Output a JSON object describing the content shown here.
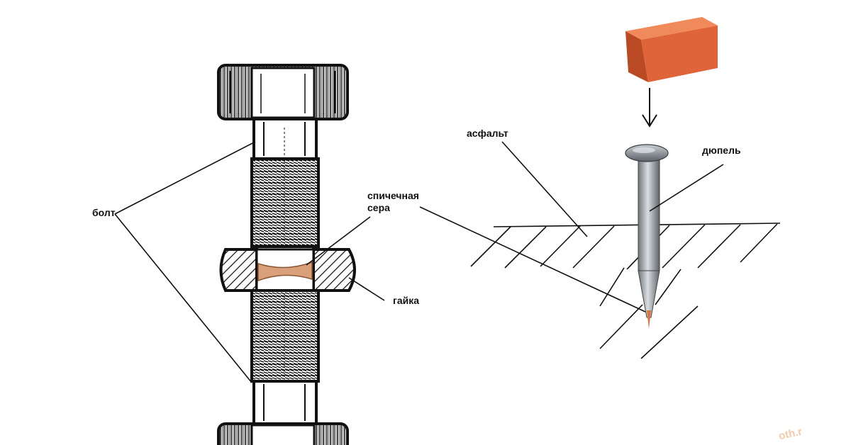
{
  "labels": {
    "bolt": "болт",
    "match_sulfur_line1": "спичечная",
    "match_sulfur_line2": "сера",
    "nut": "гайка",
    "asphalt": "асфальт",
    "dowel": "дюпель"
  },
  "watermark": "oth.r",
  "colors": {
    "ink": "#111111",
    "sulfur": "#d9a07a",
    "brick_front": "#e0643a",
    "brick_top": "#f08a5a",
    "brick_side": "#b94a24",
    "nail_metal": "#9aa0a6",
    "nail_tip": "#d9743a",
    "watermark": "#f6c9a8"
  }
}
